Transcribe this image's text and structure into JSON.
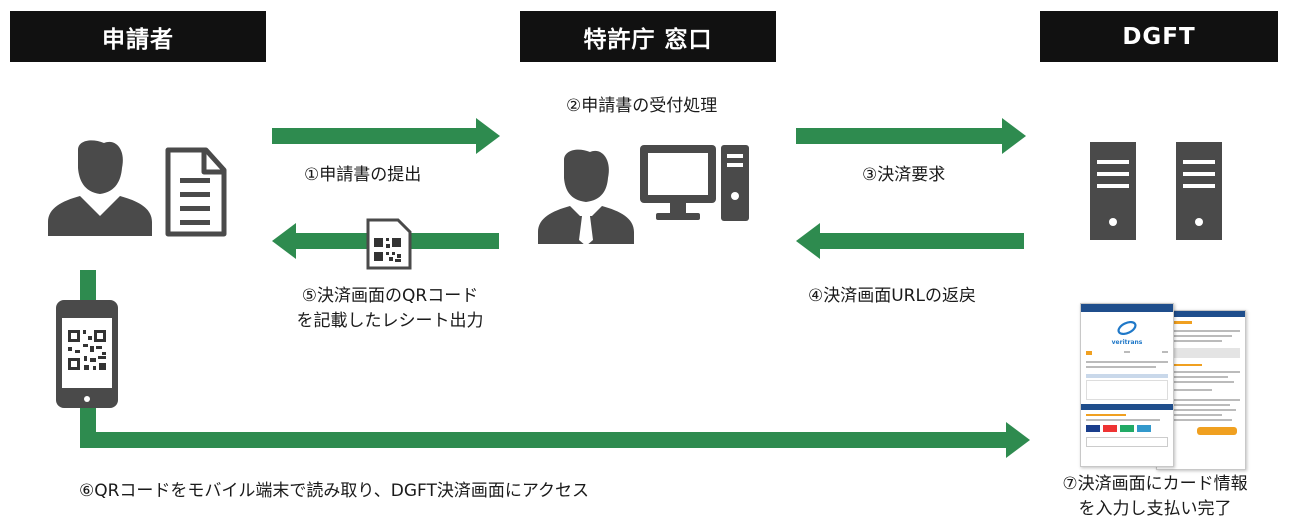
{
  "headers": {
    "applicant": "申請者",
    "patent_office": "特許庁 窓口",
    "dgft": "DGFT"
  },
  "steps": {
    "s1": "①申請書の提出",
    "s2": "②申請書の受付処理",
    "s3": "③決済要求",
    "s4": "④決済画面URLの返戻",
    "s5_line1": "⑤決済画面のQRコード",
    "s5_line2": "を記載したレシート出力",
    "s6": "⑥QRコードをモバイル端末で読み取り、DGFT決済画面にアクセス",
    "s7_line1": "⑦決済画面にカード情報",
    "s7_line2": "を入力し支払い完了"
  },
  "payment_screen": {
    "brand": "veritrans"
  },
  "colors": {
    "header_bg": "#111111",
    "arrow": "#2e8b4f",
    "icon": "#4a4a4a",
    "accent_blue": "#1f4e8c",
    "accent_orange": "#f0a020"
  }
}
